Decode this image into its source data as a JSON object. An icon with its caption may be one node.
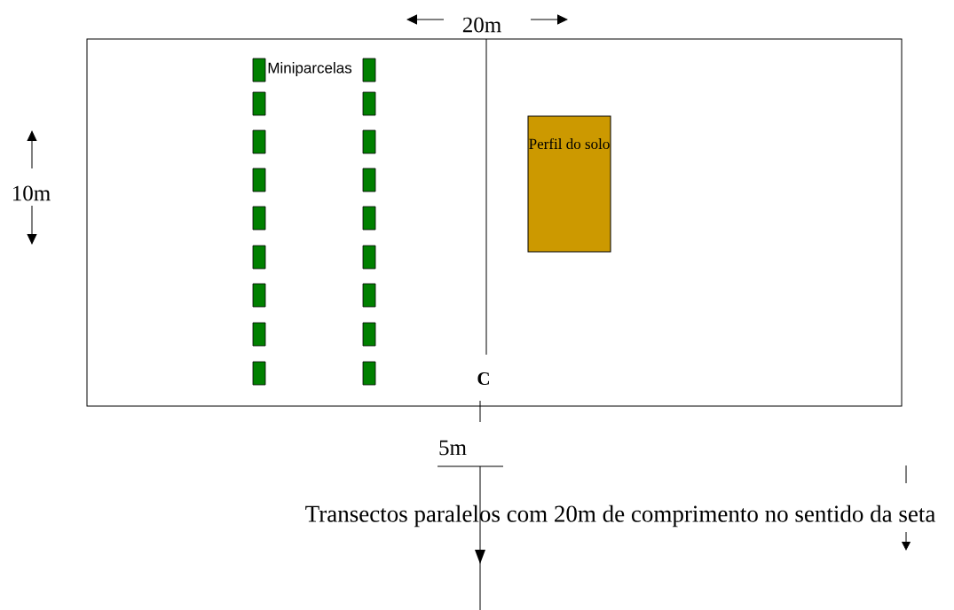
{
  "diagram": {
    "nodes": [
      {
        "text": [],
        "shape": "box"
      },
      {
        "text": [],
        "shape": "box",
        "in": 0
      },
      {
        "text": [],
        "shape": "box",
        "in": 0
      },
      {
        "text": [],
        "shape": "box",
        "in": 0
      },
      {
        "text": [],
        "shape": "box",
        "in": 0
      },
      {
        "text": [],
        "shape": "box",
        "in": 0
      },
      {
        "text": [],
        "shape": "box",
        "in": 0
      },
      {
        "text": [],
        "shape": "box",
        "in": 0
      },
      {
        "text": [],
        "shape": "box",
        "in": 0
      },
      {
        "text": [],
        "shape": "box",
        "in": 0
      },
      {
        "text": [],
        "shape": "box",
        "in": 0
      },
      {
        "text": [],
        "shape": "box",
        "in": 0
      },
      {
        "text": [],
        "shape": "box",
        "in": 0
      },
      {
        "text": [],
        "shape": "box",
        "in": 0
      },
      {
        "text": [],
        "shape": "box",
        "in": 0
      },
      {
        "text": [],
        "shape": "box",
        "in": 0
      },
      {
        "text": [],
        "shape": "box",
        "in": 0
      },
      {
        "text": [],
        "shape": "box",
        "in": 0
      },
      {
        "text": [],
        "shape": "box",
        "in": 0
      },
      {
        "text": [
          "Perfil do solo"
        ],
        "in": 0
      }
    ],
    "labels": [
      "20m",
      "Miniparcelas",
      "10m",
      "C",
      "5m",
      "Transectos paralelos com 20m de comprimento no sentido da seta"
    ]
  }
}
